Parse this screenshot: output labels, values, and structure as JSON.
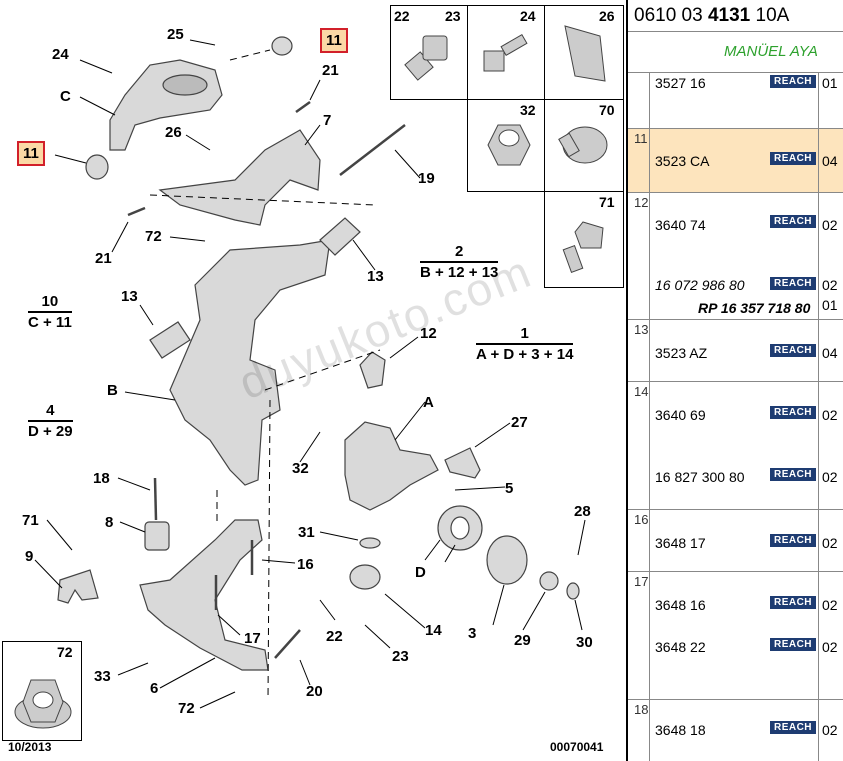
{
  "diagram": {
    "callouts": {
      "c24a": "24",
      "c25": "25",
      "c11top": "11",
      "c11left": "11",
      "cC": "C",
      "c21a": "21",
      "c26": "26",
      "c7": "7",
      "c19": "19",
      "c21b": "21",
      "c72a": "72",
      "c13a": "13",
      "c13b": "13",
      "cB": "B",
      "c12": "12",
      "cA": "A",
      "c27": "27",
      "c5": "5",
      "c32": "32",
      "c18": "18",
      "c8": "8",
      "c71": "71",
      "c9": "9",
      "c16": "16",
      "c31": "31",
      "c28": "28",
      "cD": "D",
      "c17": "17",
      "c22": "22",
      "c23": "23",
      "c14": "14",
      "c3": "3",
      "c29": "29",
      "c30": "30",
      "c33": "33",
      "c6": "6",
      "c72b": "72",
      "c20": "20"
    },
    "fractions": [
      {
        "num": "2",
        "den": "B + 12 + 13"
      },
      {
        "num": "10",
        "den": "C + 11"
      },
      {
        "num": "1",
        "den": "A + D + 3 + 14"
      },
      {
        "num": "4",
        "den": "D + 29"
      }
    ],
    "thumbs": {
      "t22": "22",
      "t23": "23",
      "t24": "24",
      "t26": "26",
      "t32": "32",
      "t70": "70",
      "t71": "71",
      "t72": "72"
    },
    "footer_date": "10/2013",
    "footer_code": "00070041",
    "watermark": "duyukoto.com"
  },
  "panel": {
    "ref_prefix": "0610 03 ",
    "ref_bold": "4131",
    "ref_suffix": " 10A",
    "title": "MANÜEL AYA",
    "badge_label": "REACH",
    "rows": [
      {
        "idx": "",
        "parts": [
          {
            "code": "3527 16",
            "qty": "01"
          }
        ]
      },
      {
        "idx": "11",
        "parts": [
          {
            "code": "3523 CA",
            "qty": "04"
          }
        ]
      },
      {
        "idx": "12",
        "parts": [
          {
            "code": "3640 74",
            "qty": "02"
          },
          {
            "code": "16 072 986 80",
            "qty": "02"
          }
        ],
        "extra": {
          "code": "RP 16 357 718 80",
          "qty": "01"
        }
      },
      {
        "idx": "13",
        "parts": [
          {
            "code": "3523 AZ",
            "qty": "04"
          }
        ]
      },
      {
        "idx": "14",
        "parts": [
          {
            "code": "3640 69",
            "qty": "02"
          },
          {
            "code": "16 827 300 80",
            "qty": "02"
          }
        ]
      },
      {
        "idx": "16",
        "parts": [
          {
            "code": "3648 17",
            "qty": "02"
          }
        ]
      },
      {
        "idx": "17",
        "parts": [
          {
            "code": "3648 16",
            "qty": "02"
          },
          {
            "code": "3648 22",
            "qty": "02"
          }
        ]
      },
      {
        "idx": "18",
        "parts": [
          {
            "code": "3648 18",
            "qty": "02"
          }
        ]
      }
    ]
  },
  "colors": {
    "highlight_bg": "#fbd9a6",
    "highlight_border": "#d2202a",
    "badge": "#1e3c72",
    "title_green": "#2da12d",
    "selected_row": "#fde4bd"
  }
}
